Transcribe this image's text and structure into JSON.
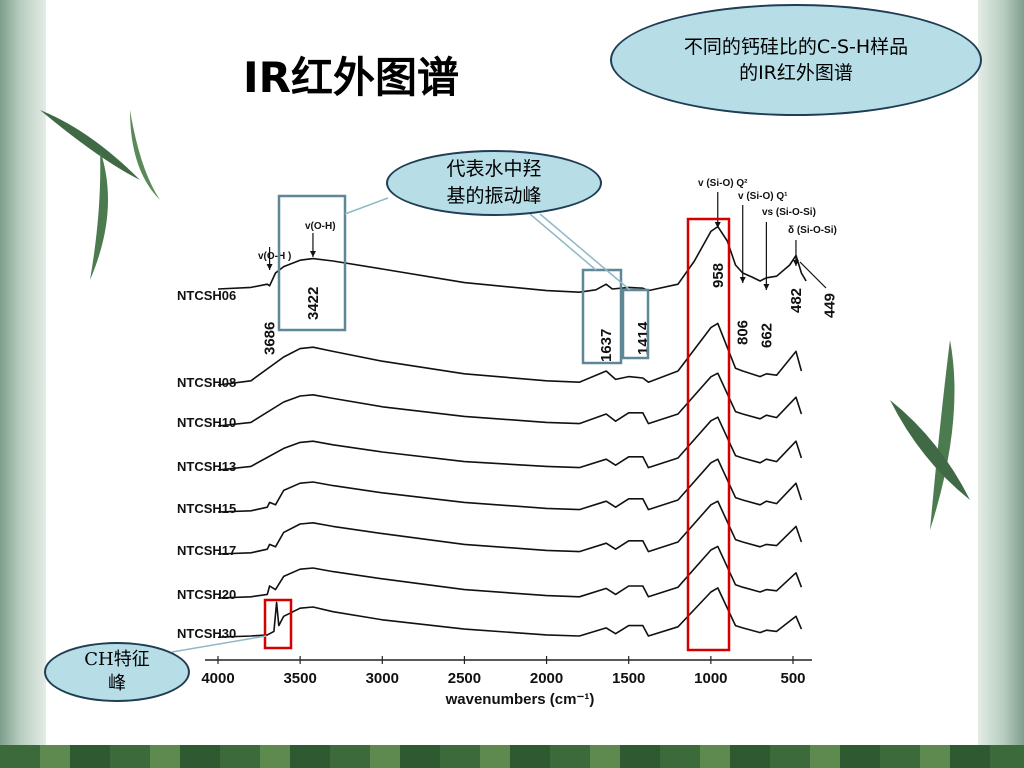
{
  "slide": {
    "title": "IR红外图谱",
    "callout_top": [
      "不同的钙硅比的C-S-H样品",
      "的IR红外图谱"
    ],
    "callout_water": [
      "代表水中羟",
      "基的振动峰"
    ],
    "callout_ch": [
      "CH特征",
      "峰"
    ]
  },
  "chart_data": {
    "type": "line",
    "title": "",
    "xlabel": "wavenumbers (cm⁻¹)",
    "ylabel": "",
    "xlim": [
      4000,
      400
    ],
    "x_reversed": true,
    "x_ticks": [
      4000,
      3500,
      3000,
      2500,
      2000,
      1500,
      1000,
      500
    ],
    "series": [
      {
        "name": "NTCSH06",
        "x": [
          4000,
          3800,
          3700,
          3686,
          3650,
          3600,
          3500,
          3422,
          3300,
          3000,
          2500,
          2000,
          1800,
          1700,
          1637,
          1600,
          1500,
          1414,
          1380,
          1200,
          1100,
          1000,
          958,
          900,
          850,
          806,
          750,
          700,
          662,
          600,
          520,
          482,
          449,
          420
        ],
        "y": [
          0.2,
          0.22,
          0.26,
          0.24,
          0.4,
          0.48,
          0.56,
          0.58,
          0.55,
          0.45,
          0.28,
          0.18,
          0.16,
          0.19,
          0.26,
          0.2,
          0.22,
          0.21,
          0.18,
          0.26,
          0.55,
          0.92,
          0.98,
          0.8,
          0.5,
          0.4,
          0.35,
          0.3,
          0.34,
          0.36,
          0.5,
          0.62,
          0.4,
          0.3
        ]
      },
      {
        "name": "NTCSH08",
        "x": [
          4000,
          3800,
          3600,
          3500,
          3422,
          3300,
          3000,
          2500,
          2000,
          1800,
          1637,
          1580,
          1500,
          1414,
          1380,
          1200,
          1000,
          958,
          850,
          806,
          700,
          662,
          600,
          482,
          449
        ],
        "y": [
          0.1,
          0.16,
          0.5,
          0.62,
          0.64,
          0.58,
          0.44,
          0.26,
          0.16,
          0.14,
          0.3,
          0.18,
          0.22,
          0.2,
          0.14,
          0.3,
          0.92,
          0.98,
          0.34,
          0.3,
          0.22,
          0.26,
          0.24,
          0.58,
          0.3
        ]
      },
      {
        "name": "NTCSH10",
        "x": [
          4000,
          3800,
          3600,
          3500,
          3422,
          3300,
          3000,
          2500,
          2000,
          1800,
          1637,
          1580,
          1500,
          1414,
          1380,
          1200,
          1000,
          958,
          850,
          806,
          700,
          662,
          600,
          482,
          449
        ],
        "y": [
          0.1,
          0.16,
          0.5,
          0.6,
          0.62,
          0.56,
          0.42,
          0.26,
          0.16,
          0.14,
          0.3,
          0.18,
          0.32,
          0.32,
          0.14,
          0.3,
          0.92,
          0.98,
          0.34,
          0.3,
          0.22,
          0.28,
          0.24,
          0.58,
          0.3
        ]
      },
      {
        "name": "NTCSH13",
        "x": [
          4000,
          3800,
          3600,
          3500,
          3422,
          3300,
          3000,
          2500,
          2000,
          1800,
          1637,
          1580,
          1500,
          1414,
          1380,
          1200,
          1000,
          958,
          850,
          806,
          700,
          662,
          600,
          482,
          449
        ],
        "y": [
          0.1,
          0.16,
          0.46,
          0.56,
          0.58,
          0.52,
          0.4,
          0.24,
          0.16,
          0.14,
          0.28,
          0.18,
          0.32,
          0.32,
          0.14,
          0.3,
          0.92,
          0.98,
          0.34,
          0.3,
          0.22,
          0.28,
          0.24,
          0.58,
          0.3
        ]
      },
      {
        "name": "NTCSH15",
        "x": [
          4000,
          3800,
          3700,
          3686,
          3650,
          3600,
          3500,
          3422,
          3300,
          3000,
          2500,
          2000,
          1800,
          1637,
          1580,
          1500,
          1414,
          1380,
          1200,
          1000,
          958,
          850,
          806,
          700,
          662,
          600,
          482,
          449
        ],
        "y": [
          0.1,
          0.12,
          0.18,
          0.26,
          0.22,
          0.46,
          0.58,
          0.6,
          0.54,
          0.42,
          0.26,
          0.16,
          0.14,
          0.28,
          0.18,
          0.32,
          0.32,
          0.14,
          0.3,
          0.92,
          0.98,
          0.34,
          0.3,
          0.22,
          0.28,
          0.24,
          0.58,
          0.3
        ]
      },
      {
        "name": "NTCSH17",
        "x": [
          4000,
          3800,
          3700,
          3686,
          3650,
          3600,
          3500,
          3422,
          3300,
          3000,
          2500,
          2000,
          1800,
          1637,
          1580,
          1500,
          1414,
          1380,
          1200,
          1000,
          958,
          850,
          806,
          700,
          662,
          600,
          482,
          449
        ],
        "y": [
          0.1,
          0.12,
          0.18,
          0.26,
          0.22,
          0.46,
          0.6,
          0.62,
          0.56,
          0.44,
          0.26,
          0.16,
          0.14,
          0.28,
          0.18,
          0.32,
          0.32,
          0.14,
          0.3,
          0.92,
          0.98,
          0.34,
          0.3,
          0.22,
          0.26,
          0.24,
          0.56,
          0.3
        ]
      },
      {
        "name": "NTCSH20",
        "x": [
          4000,
          3800,
          3700,
          3686,
          3650,
          3600,
          3500,
          3422,
          3300,
          3000,
          2500,
          2000,
          1800,
          1637,
          1580,
          1500,
          1414,
          1380,
          1200,
          1000,
          958,
          850,
          806,
          700,
          662,
          600,
          482,
          449
        ],
        "y": [
          0.1,
          0.12,
          0.16,
          0.3,
          0.24,
          0.46,
          0.58,
          0.6,
          0.54,
          0.42,
          0.24,
          0.14,
          0.12,
          0.26,
          0.16,
          0.3,
          0.3,
          0.12,
          0.28,
          0.9,
          0.96,
          0.32,
          0.28,
          0.2,
          0.24,
          0.22,
          0.52,
          0.28
        ]
      },
      {
        "name": "NTCSH30",
        "x": [
          4000,
          3800,
          3700,
          3660,
          3643,
          3630,
          3600,
          3500,
          3422,
          3300,
          3000,
          2500,
          2000,
          1800,
          1637,
          1580,
          1500,
          1414,
          1380,
          1200,
          1000,
          958,
          850,
          806,
          700,
          662,
          600,
          482,
          449
        ],
        "y": [
          0.1,
          0.12,
          0.14,
          0.2,
          0.7,
          0.3,
          0.46,
          0.6,
          0.62,
          0.54,
          0.4,
          0.24,
          0.14,
          0.12,
          0.26,
          0.16,
          0.3,
          0.3,
          0.12,
          0.28,
          0.88,
          0.95,
          0.3,
          0.26,
          0.18,
          0.22,
          0.2,
          0.46,
          0.24
        ]
      }
    ],
    "annotations": {
      "peaks": [
        "3686",
        "3422",
        "1637",
        "1414",
        "958",
        "806",
        "662",
        "482",
        "449"
      ],
      "bands": [
        "v(O-H)",
        "v(O-H )",
        "v (Si-O) Q²",
        "v (Si-O) Q¹",
        "vs (Si-O-Si)",
        "δ (Si-O-Si)"
      ]
    },
    "highlight_boxes_color": "#5f8896",
    "highlight_red_color": "#d40000"
  }
}
